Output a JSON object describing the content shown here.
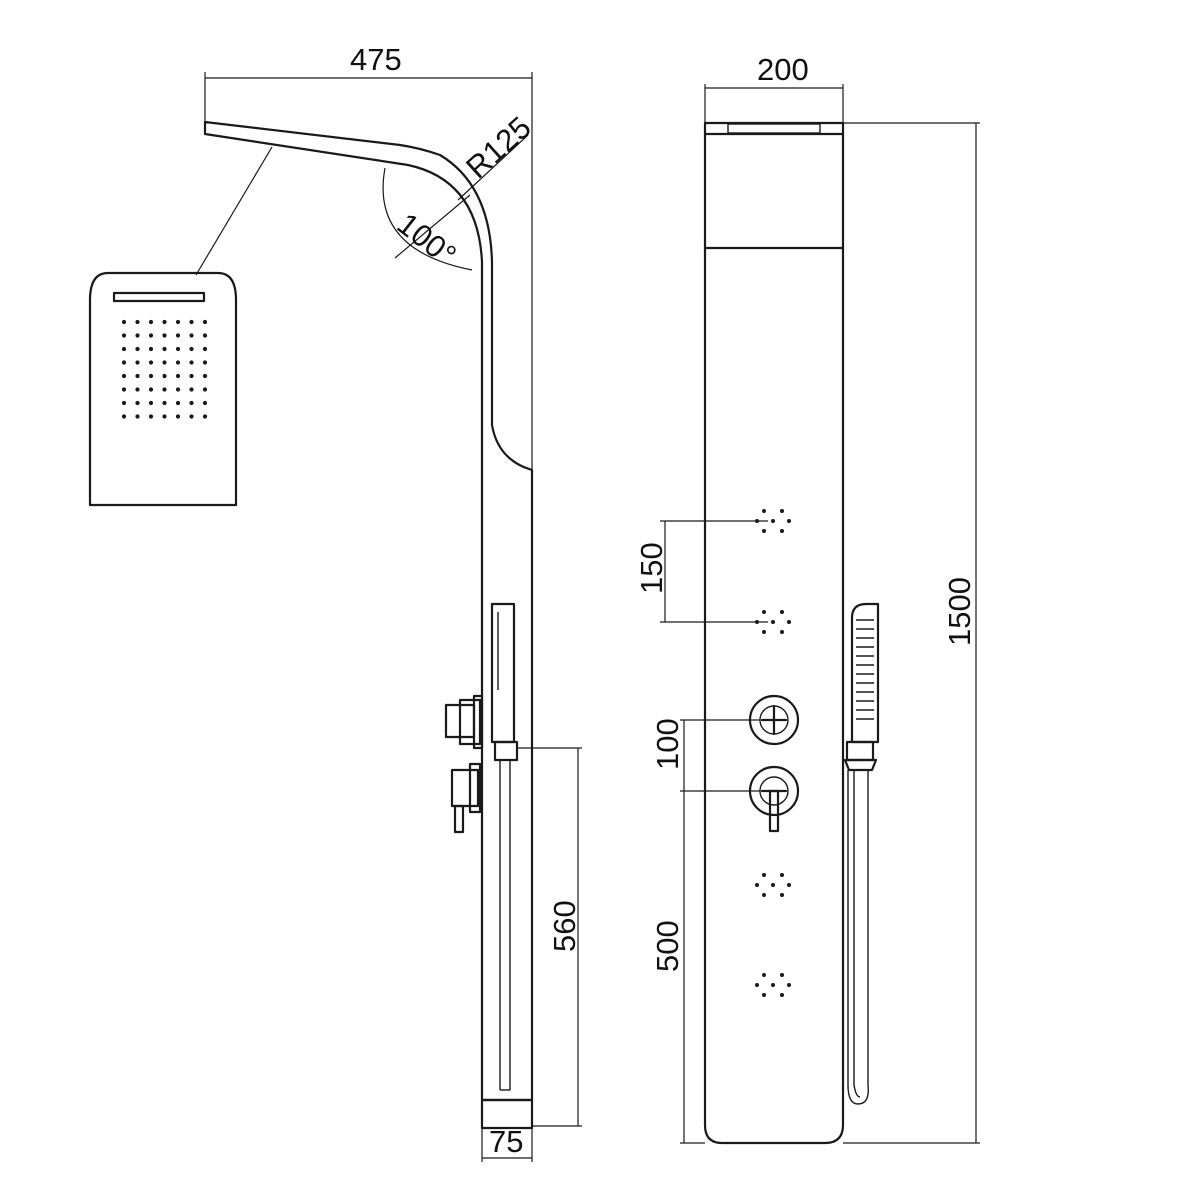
{
  "dimensions": {
    "arm_length": "475",
    "arm_radius": "R125",
    "arm_angle": "100°",
    "panel_depth": "75",
    "hand_shower_rail": "560",
    "panel_width": "200",
    "panel_height": "1500",
    "upper_jets_spacing": "150",
    "valves_spacing": "100",
    "lower_jets_span": "500"
  },
  "colors": {
    "stroke": "#1a1a1a",
    "background": "#ffffff"
  }
}
